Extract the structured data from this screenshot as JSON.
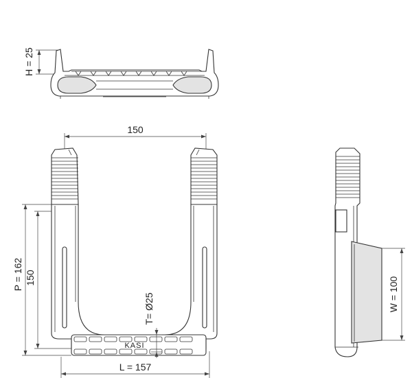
{
  "dimensions": {
    "height_label": "H = 25",
    "span_150_label": "150",
    "pitch_label": "P = 162",
    "inner_150_label": "150",
    "diameter_label": "T= Ø25",
    "length_label": "L = 157",
    "width_label": "W = 100"
  },
  "part_marking": "KASI"
}
